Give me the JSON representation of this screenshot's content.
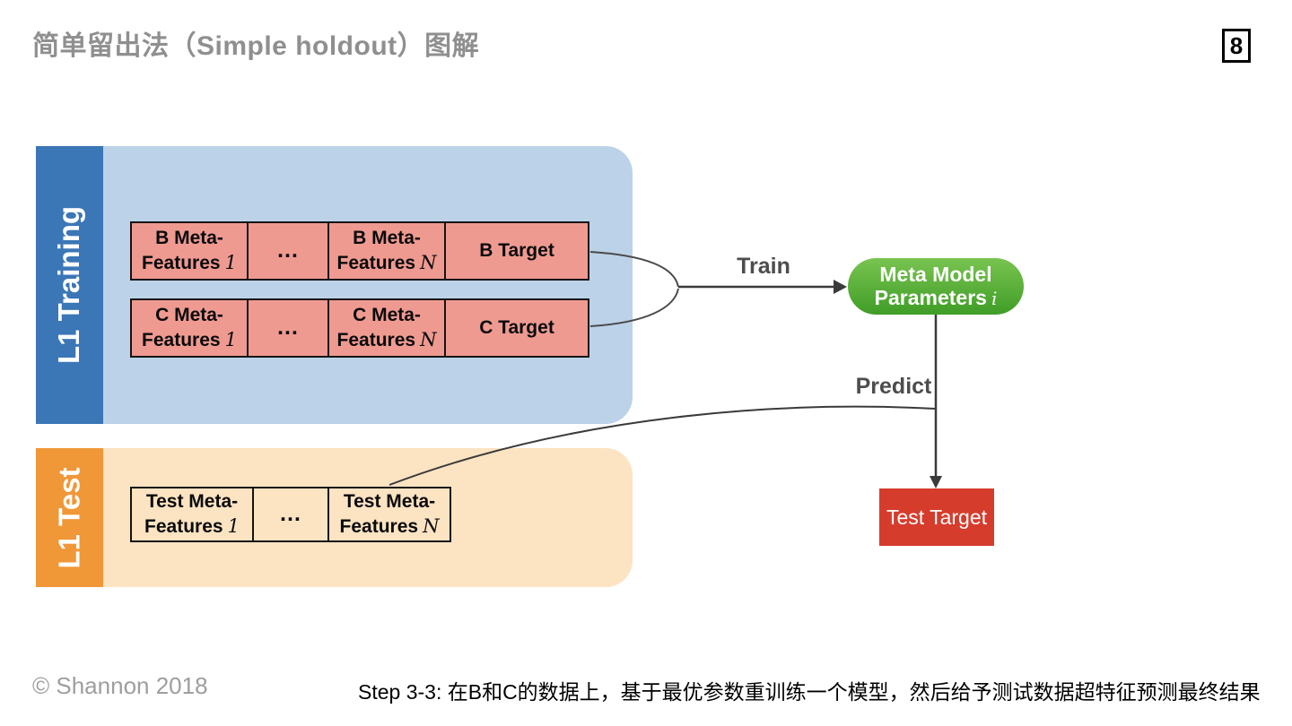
{
  "page": {
    "title": "简单留出法（Simple holdout）图解",
    "page_number": "8"
  },
  "footer": {
    "copyright": "© Shannon 2018",
    "caption": "Step 3-3: 在B和C的数据上，基于最优参数重训练一个模型，然后给予测试数据超特征预测最终结果"
  },
  "diagram": {
    "training": {
      "label": "L1 Training",
      "rows": [
        {
          "cells": [
            {
              "main": "B Meta-Features",
              "var": "1"
            },
            {
              "main": "…",
              "var": ""
            },
            {
              "main": "B Meta-Features",
              "var": "N"
            },
            {
              "main": "B Target",
              "var": ""
            }
          ]
        },
        {
          "cells": [
            {
              "main": "C Meta-Features",
              "var": "1"
            },
            {
              "main": "…",
              "var": ""
            },
            {
              "main": "C Meta-Features",
              "var": "N"
            },
            {
              "main": "C Target",
              "var": ""
            }
          ]
        }
      ]
    },
    "test": {
      "label": "L1 Test",
      "cells": [
        {
          "main": "Test Meta-Features",
          "var": "1"
        },
        {
          "main": "…",
          "var": ""
        },
        {
          "main": "Test Meta-Features",
          "var": "N"
        }
      ]
    },
    "arrows": {
      "train_label": "Train",
      "predict_label": "Predict"
    },
    "meta_model": {
      "line1": "Meta Model",
      "line2": "Parameters",
      "var": "i"
    },
    "test_target": {
      "label": "Test Target"
    },
    "colors": {
      "training_bar": "#3b76b6",
      "training_panel": "#bcd2e8",
      "cell_fill": "#ef9a91",
      "test_bar": "#f09738",
      "test_panel": "#fce3c2",
      "meta_model_green": "#3f9d27",
      "test_target_red": "#d63c2c"
    }
  }
}
